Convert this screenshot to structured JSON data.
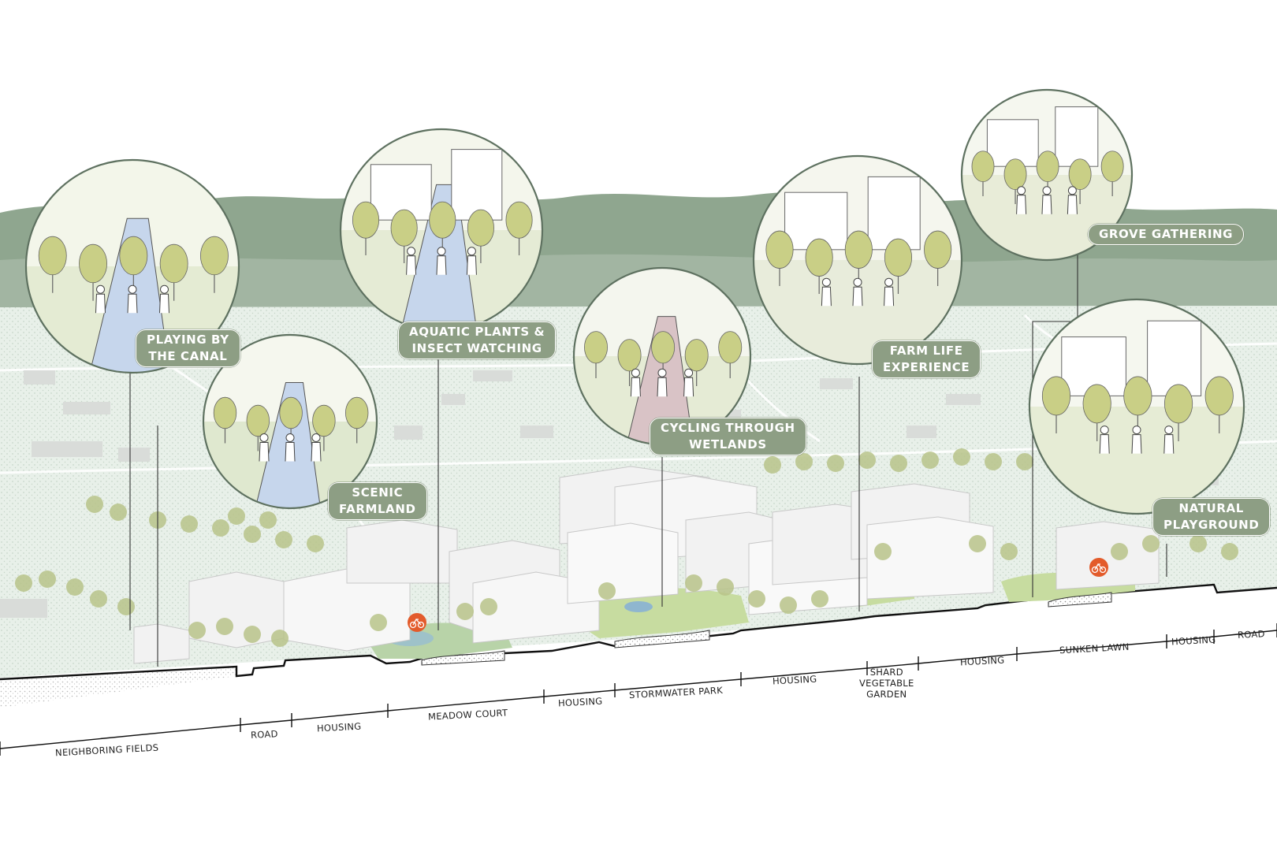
{
  "colors": {
    "mountain": "#8fa68f",
    "field": "#e6efe7",
    "tag": "#8d9e84",
    "tree": "#c9cf86",
    "water": "#c6d6ec",
    "accent": "#e35b2b",
    "building": "#efefef"
  },
  "vignettes": [
    {
      "id": "canal",
      "lines": [
        "PLAYING BY",
        "THE CANAL"
      ]
    },
    {
      "id": "farmland",
      "lines": [
        "SCENIC",
        "FARMLAND"
      ]
    },
    {
      "id": "aquatic",
      "lines": [
        "AQUATIC PLANTS &",
        "INSECT WATCHING"
      ]
    },
    {
      "id": "cycling",
      "lines": [
        "CYCLING THROUGH",
        "WETLANDS"
      ]
    },
    {
      "id": "farm",
      "lines": [
        "FARM LIFE",
        "EXPERIENCE"
      ]
    },
    {
      "id": "grove",
      "lines": [
        "GROVE GATHERING"
      ]
    },
    {
      "id": "playground",
      "lines": [
        "NATURAL",
        "PLAYGROUND"
      ]
    }
  ],
  "zones": [
    {
      "lines": [
        "NEIGHBORING FIELDS"
      ]
    },
    {
      "lines": [
        "ROAD"
      ]
    },
    {
      "lines": [
        "HOUSING"
      ]
    },
    {
      "lines": [
        "MEADOW COURT"
      ]
    },
    {
      "lines": [
        "HOUSING"
      ]
    },
    {
      "lines": [
        "STORMWATER PARK"
      ]
    },
    {
      "lines": [
        "HOUSING"
      ]
    },
    {
      "lines": [
        "SHARD",
        "VEGETABLE",
        "GARDEN"
      ]
    },
    {
      "lines": [
        "HOUSING"
      ]
    },
    {
      "lines": [
        "SUNKEN LAWN"
      ]
    },
    {
      "lines": [
        "HOUSING"
      ]
    },
    {
      "lines": [
        "ROAD"
      ]
    }
  ],
  "icons": {
    "bike": "bicycle-icon"
  }
}
